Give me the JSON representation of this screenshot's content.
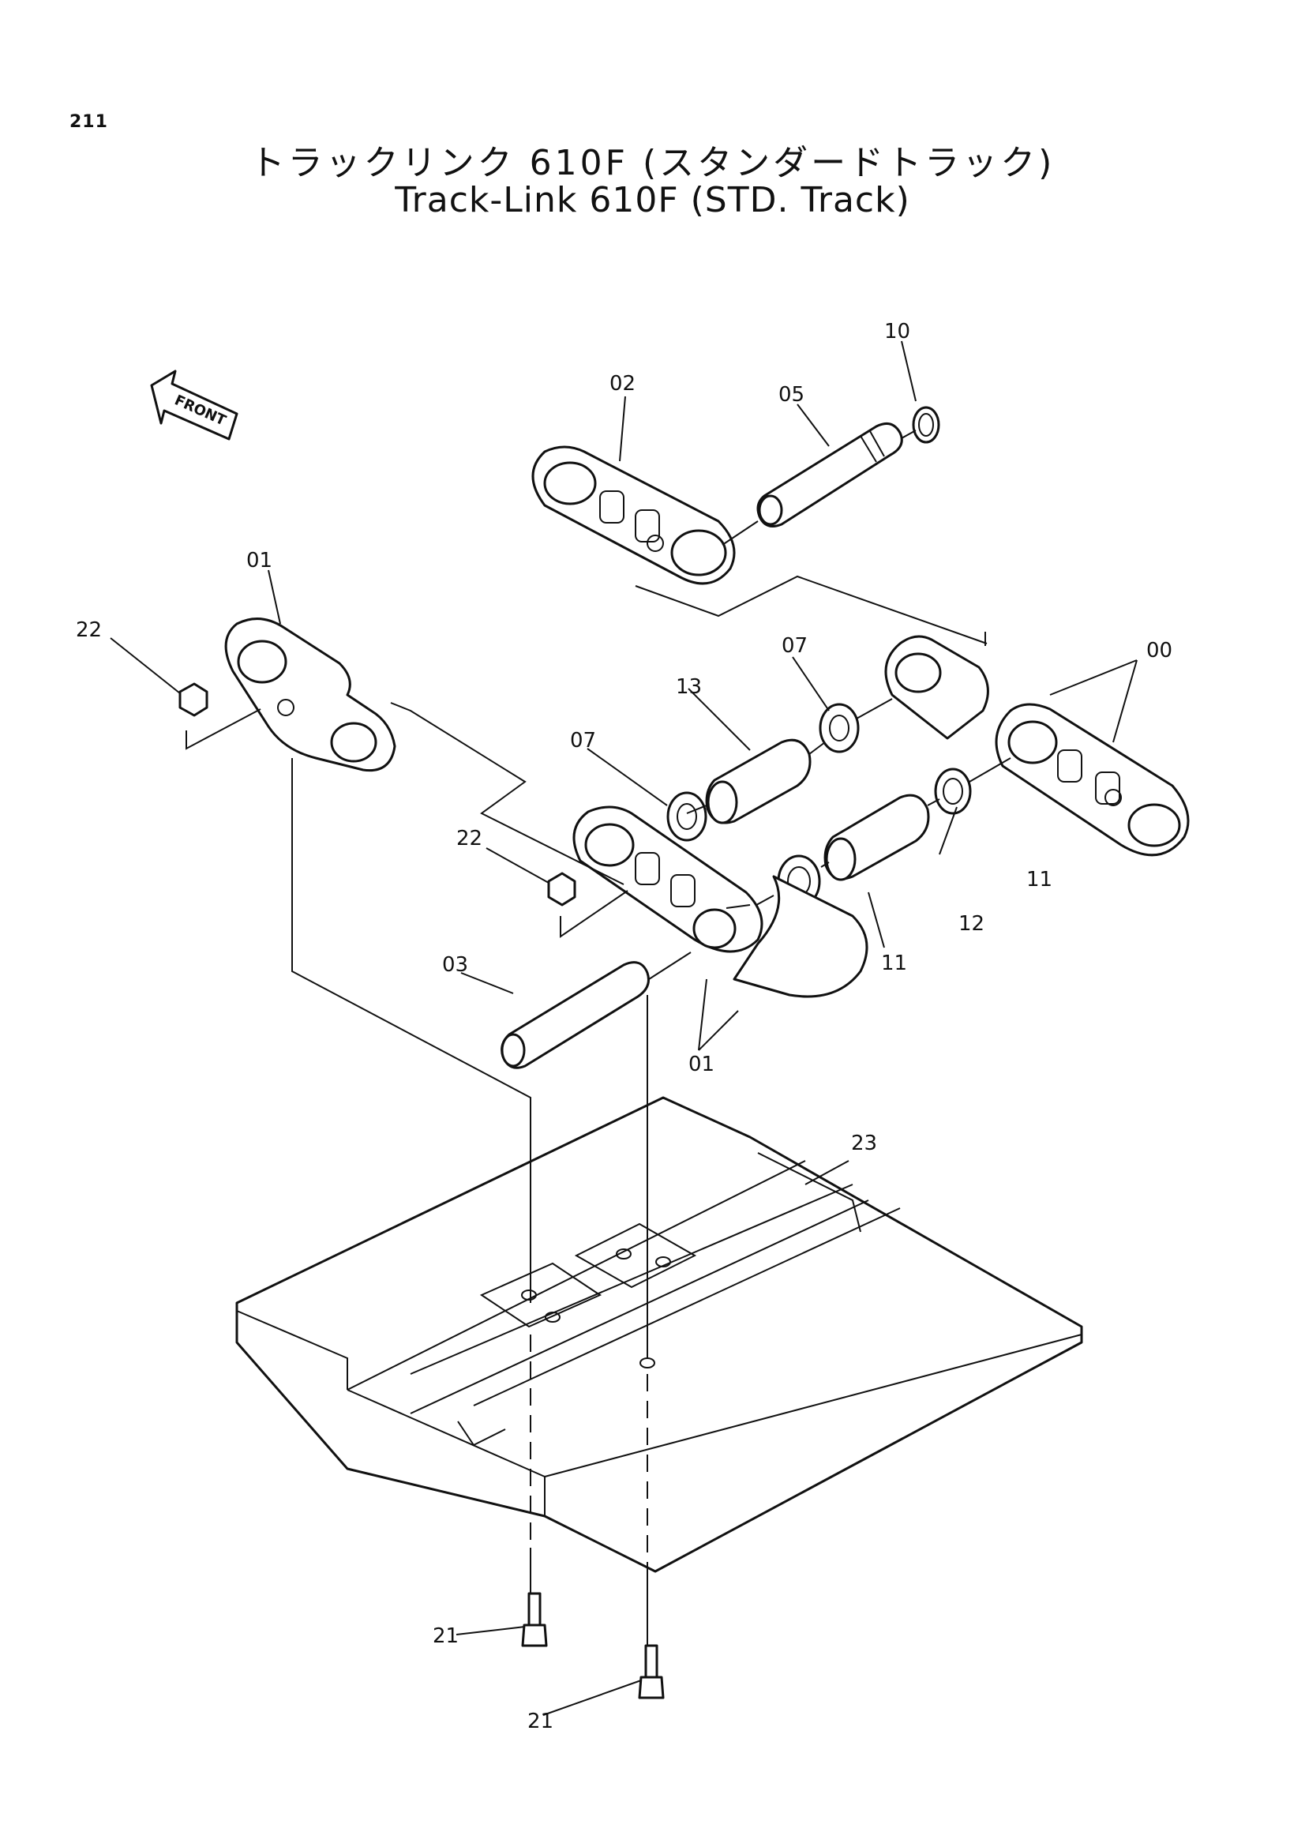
{
  "page_number": "211",
  "title_jp": "トラックリンク 610F (スタンダードトラック)",
  "title_en": "Track-Link 610F (STD. Track)",
  "front_label": "FRONT",
  "callouts": {
    "c00": "00",
    "c01a": "01",
    "c01b": "01",
    "c02": "02",
    "c03": "03",
    "c05": "05",
    "c07a": "07",
    "c07b": "07",
    "c10": "10",
    "c11a": "11",
    "c11b": "11",
    "c12": "12",
    "c13": "13",
    "c21a": "21",
    "c21b": "21",
    "c22a": "22",
    "c22b": "22",
    "c23": "23"
  }
}
